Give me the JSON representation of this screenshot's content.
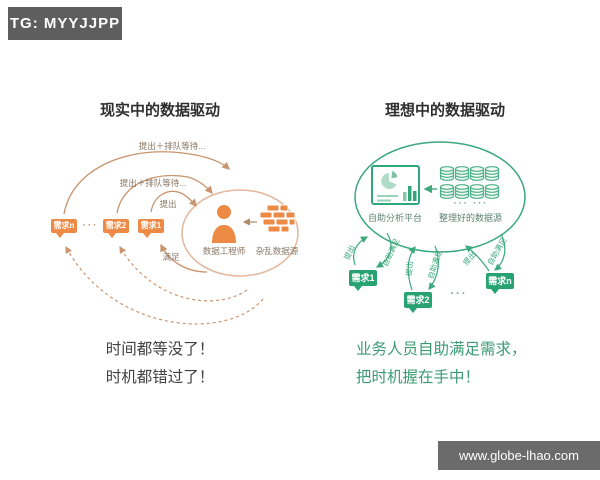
{
  "badge": "TG: MYYJJPP",
  "watermark": "www.globe-lhao.com",
  "left": {
    "title": "现实中的数据驱动",
    "orbit_labels": {
      "outer": "提出＋排队等待...",
      "middle": "提出＋排队等待...",
      "inner": "提出",
      "return": "满足"
    },
    "tags": [
      {
        "label": "需求n"
      },
      {
        "label": "需求2"
      },
      {
        "label": "需求1"
      }
    ],
    "dots": "···",
    "hub": {
      "engineer": "数据工程师",
      "messy_source": "杂乱数据源"
    },
    "captions": [
      "时间都等没了！",
      "时机都错过了！"
    ]
  },
  "right": {
    "title": "理想中的数据驱动",
    "hub": {
      "platform": "自助分析平台",
      "tidy_source": "整理好的数据源",
      "source_dots": "···  ···"
    },
    "flow_labels": {
      "submit": "提出",
      "self_serve": "自助满足"
    },
    "tags": [
      {
        "label": "需求1"
      },
      {
        "label": "需求2"
      },
      {
        "label": "需求n"
      }
    ],
    "dots": "···",
    "captions": [
      "业务人员自助满足需求，",
      "把时机握在手中！"
    ]
  },
  "colors": {
    "orange": "#ED8A45",
    "orange_line": "#C9946E",
    "orange_ellipse": "#E2B79B",
    "green": "#2FA77B",
    "green_line": "#3BA87E",
    "badge_bg": "#5E5E5E",
    "watermark_bg": "#6B6B6B",
    "title": "#2F2F2F",
    "left_caption": "#424242",
    "right_caption": "#3B9A75"
  }
}
